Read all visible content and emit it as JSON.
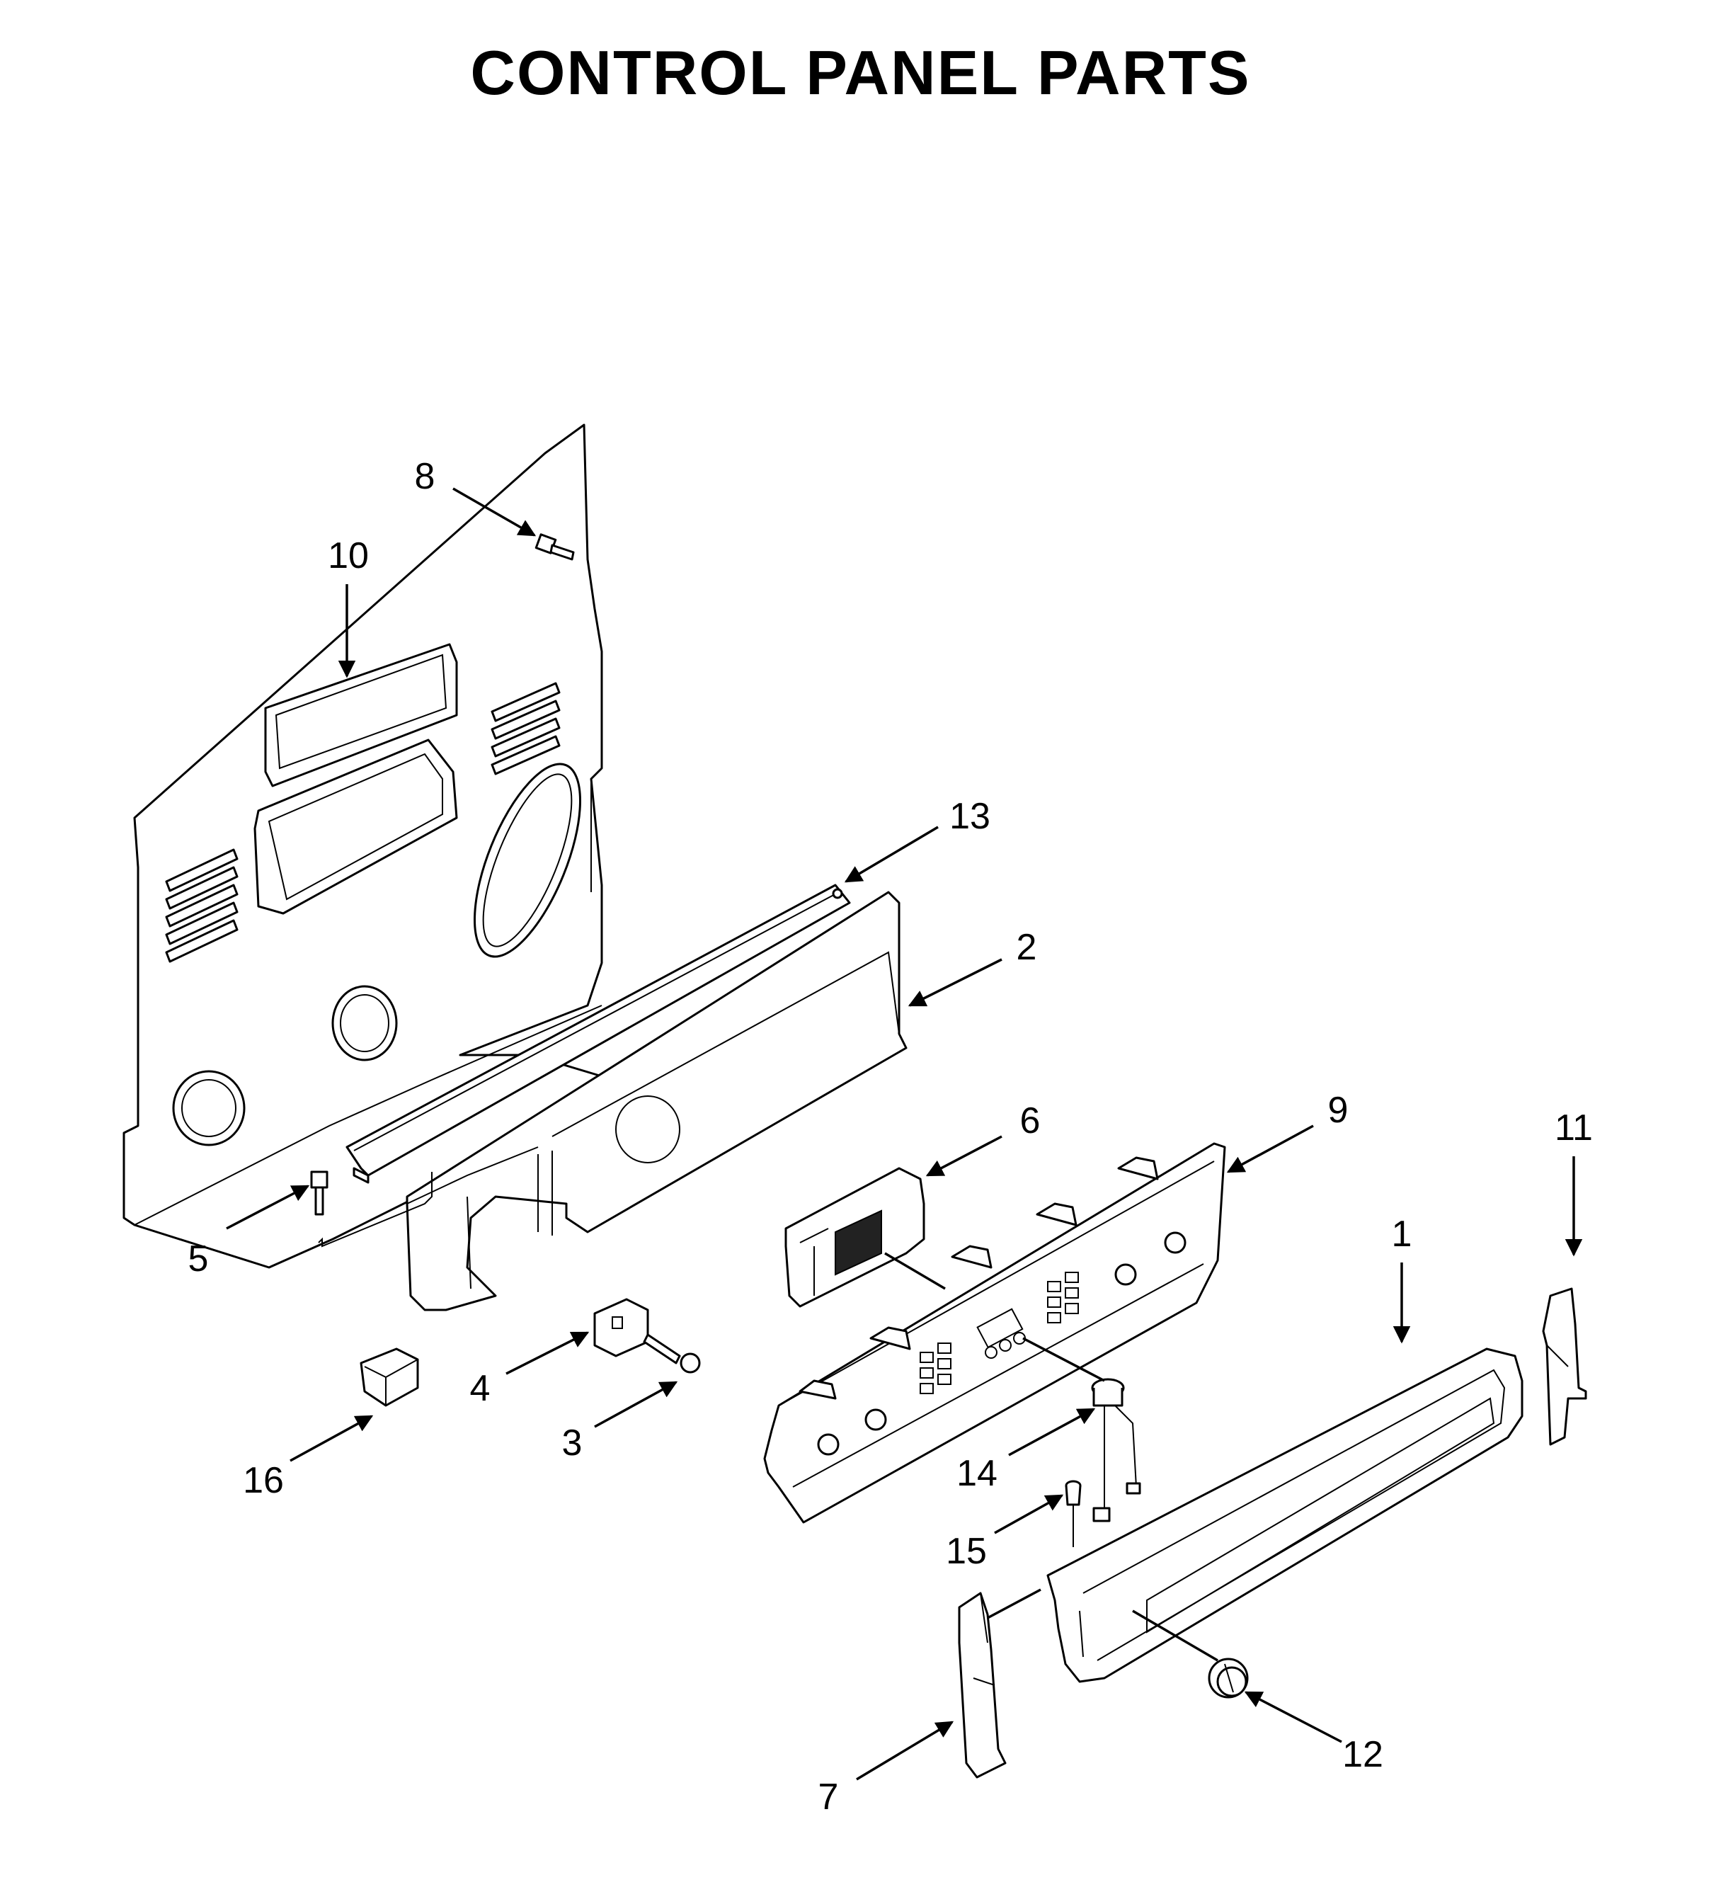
{
  "title": "CONTROL PANEL PARTS",
  "callouts": [
    "8",
    "10",
    "13",
    "2",
    "6",
    "9",
    "11",
    "1",
    "5",
    "4",
    "3",
    "16",
    "14",
    "15",
    "7",
    "12"
  ]
}
